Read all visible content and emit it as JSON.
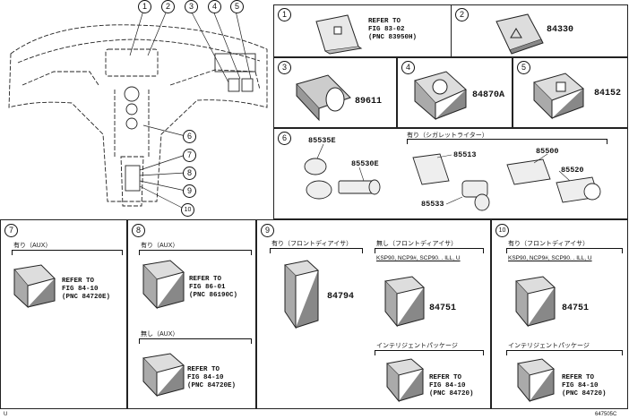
{
  "overview": {
    "callouts_top": [
      "1",
      "2",
      "3",
      "4",
      "5"
    ],
    "callouts_side": [
      "6",
      "7",
      "8",
      "9",
      "10"
    ]
  },
  "panels": {
    "p1": {
      "num": "1",
      "ref": "REFER TO\nFIG 83-02\n(PNC 83950H)"
    },
    "p2": {
      "num": "2",
      "part": "84330"
    },
    "p3": {
      "num": "3",
      "part": "89611"
    },
    "p4": {
      "num": "4",
      "part": "84870A"
    },
    "p5": {
      "num": "5",
      "part": "84152"
    },
    "p6": {
      "num": "6",
      "caption": "有り（シガレットライター）",
      "parts": [
        "85535E",
        "85530E",
        "85513",
        "85533",
        "85500",
        "85520"
      ]
    },
    "p7": {
      "num": "7",
      "caption": "有り（AUX）",
      "ref": "REFER TO\nFIG 84-10\n(PNC 84720E)"
    },
    "p8": {
      "num": "8",
      "caption1": "有り（AUX）",
      "ref1": "REFER TO\nFIG 86-01\n(PNC 86190C)",
      "caption2": "無し（AUX）",
      "ref2": "REFER TO\nFIG 84-10\n(PNC 84720E)"
    },
    "p9": {
      "num": "9",
      "caption1": "有り（フロントディアイサ）",
      "part1": "84794",
      "caption2": "無し（フロントディアイサ）",
      "sub": "KSP90, NCP9#, SCP90. . ILL, U",
      "part2": "84751",
      "caption3": "インテリジェントパッケージ",
      "ref": "REFER TO\nFIG 84-10\n(PNC 84720)"
    },
    "p10": {
      "num": "10",
      "caption1": "有り（フロントディアイサ）",
      "sub": "KSP90, NCP9#, SCP90. . ILL, U",
      "part": "84751",
      "caption2": "インテリジェントパッケージ",
      "ref": "REFER TO\nFIG 84-10\n(PNC 84720)"
    }
  },
  "footer": {
    "left": "U",
    "right": "647505C"
  }
}
